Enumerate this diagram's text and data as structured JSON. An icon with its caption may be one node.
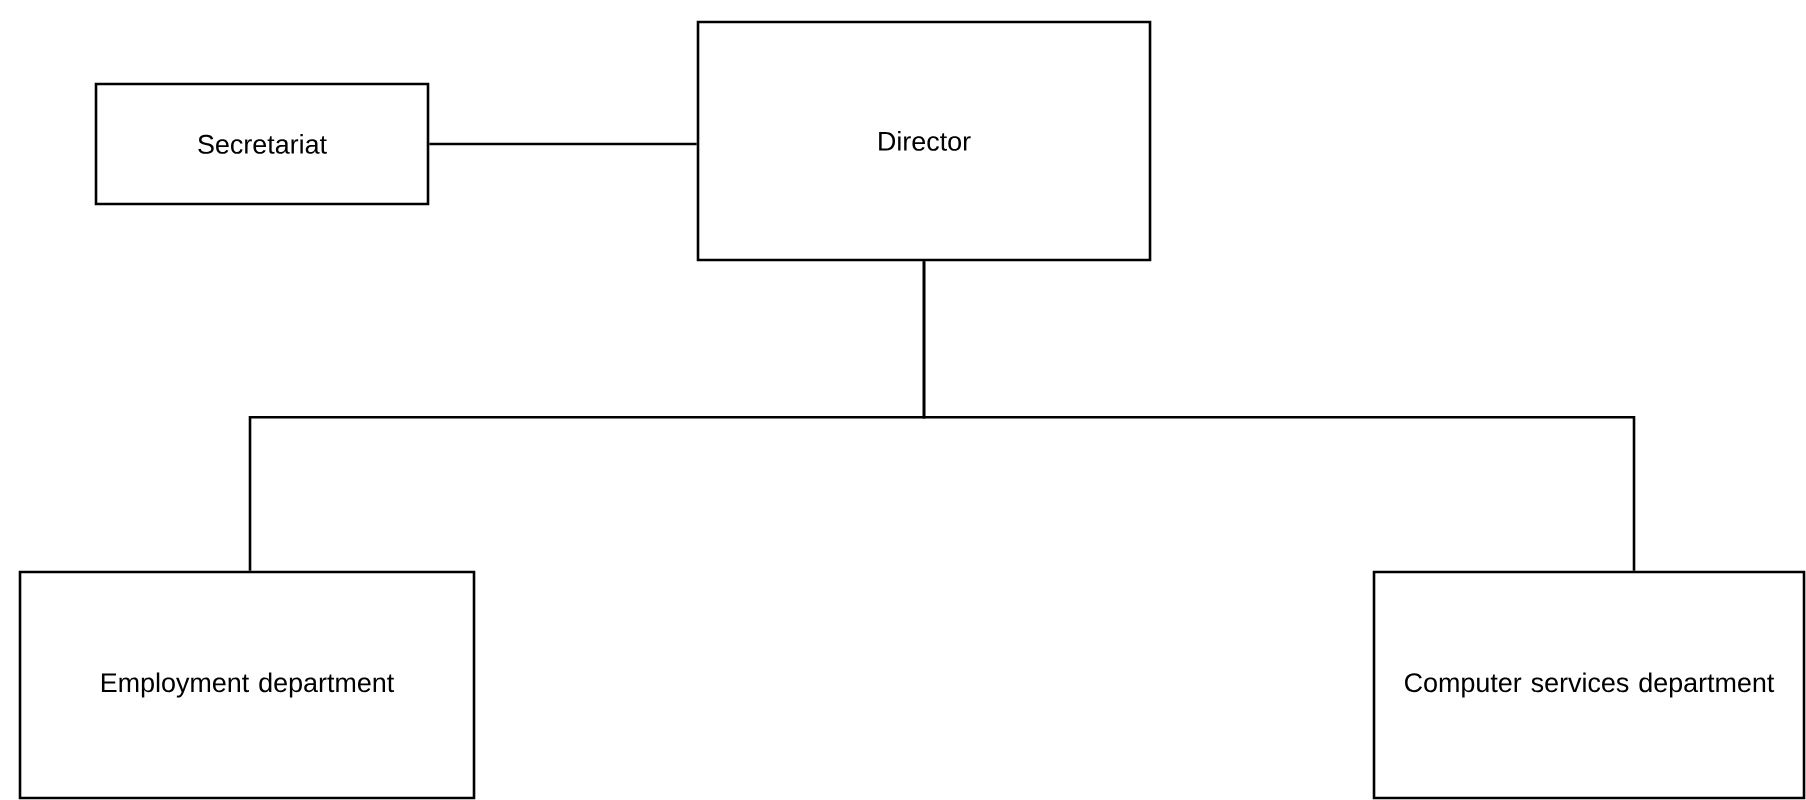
{
  "diagram": {
    "nodes": [
      {
        "text": [
          "Secretariat"
        ]
      },
      {
        "text": [
          "Director"
        ]
      },
      {
        "text": [
          "Employment department"
        ]
      },
      {
        "text": [
          "Computer services department"
        ]
      }
    ],
    "edges": [
      {
        "from": 0,
        "to": 1,
        "arrow": "none"
      },
      {
        "from": 1,
        "to": 2,
        "arrow": "none"
      },
      {
        "from": 1,
        "to": 3,
        "arrow": "none"
      }
    ]
  }
}
